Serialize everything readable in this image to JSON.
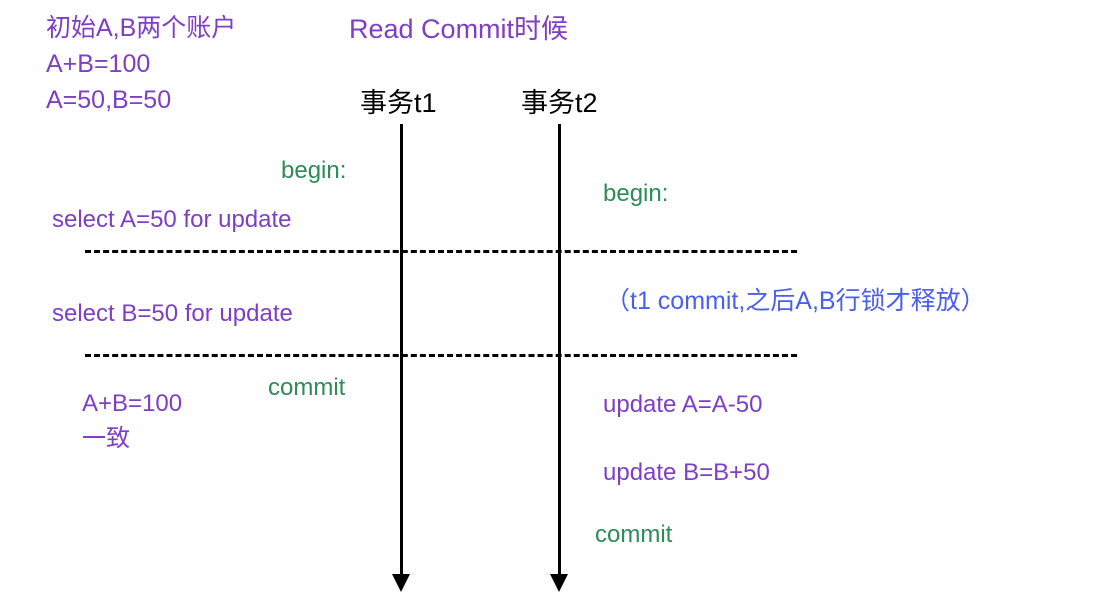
{
  "colors": {
    "purple": "#7e3fc4",
    "green": "#2e8b57",
    "blue": "#4a5ef0",
    "black": "#000000",
    "background": "#ffffff"
  },
  "header": {
    "initial_state_line1": "初始A,B两个账户",
    "initial_state_line2": "A+B=100",
    "initial_state_line3": "A=50,B=50",
    "title": "Read Commit时候"
  },
  "lanes": [
    {
      "label": "事务t1"
    },
    {
      "label": "事务t2"
    }
  ],
  "t1": {
    "begin": "begin:",
    "select_a": "select A=50 for update",
    "select_b": "select B=50 for update",
    "commit": "commit",
    "result_line1": "A+B=100",
    "result_line2": "一致"
  },
  "t2": {
    "begin": "begin:",
    "note": "（t1 commit,之后A,B行锁才释放）",
    "update_a": "update A=A-50",
    "update_b": "update B=B+50",
    "commit": "commit"
  },
  "separators": [
    {
      "name": "separator-1"
    },
    {
      "name": "separator-2"
    }
  ]
}
